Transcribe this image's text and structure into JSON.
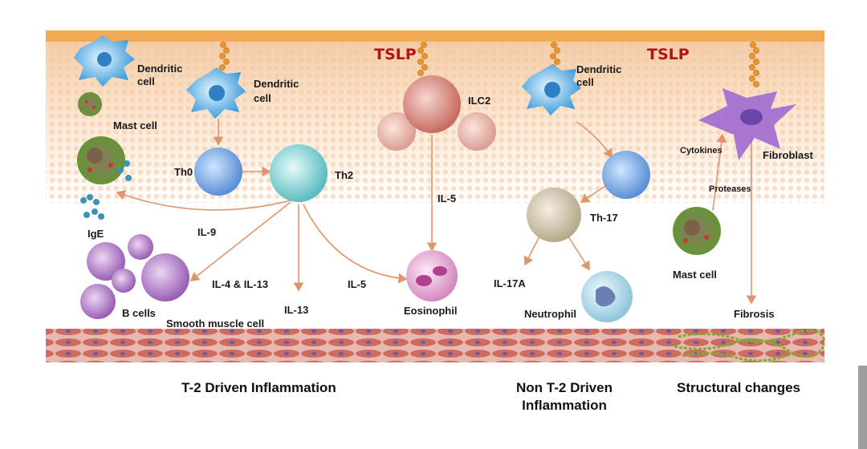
{
  "labels": {
    "tslp_left": "TSLP",
    "tslp_right": "TSLP",
    "dendritic_cell_top_left": "Dendritic cell",
    "dendritic_cell_center": "Dendritic cell",
    "dendritic_cell_right": "Dendritic cell",
    "mast_cell_left": "Mast cell",
    "mast_cell_right": "Mast cell",
    "th0": "Th0",
    "th2": "Th2",
    "ilc2": "ILC2",
    "th17": "Th-17",
    "ige": "IgE",
    "b_cells": "B cells",
    "eosinophil": "Eosinophil",
    "neutrophil": "Neutrophil",
    "fibroblast": "Fibroblast",
    "fibrosis": "Fibrosis",
    "smooth_muscle_cell": "Smooth muscle cell",
    "il9": "IL-9",
    "il4_il13": "IL-4 & IL-13",
    "il13": "IL-13",
    "il5_left": "IL-5",
    "il5_ilc2": "IL-5",
    "il17a": "IL-17A",
    "cytokines": "Cytokines",
    "proteases": "Proteases"
  },
  "footer": {
    "t2": "T-2 Driven Inflammation",
    "non_t2_line1": "Non T-2 Driven",
    "non_t2_line2": "Inflammation",
    "structural": "Structural changes"
  },
  "colors": {
    "arrow": "#e0956a",
    "tslp": "#b5121b",
    "epithelium": "#f6d8b8",
    "receptor": "#e8952f",
    "muscle": "#c8605a"
  }
}
